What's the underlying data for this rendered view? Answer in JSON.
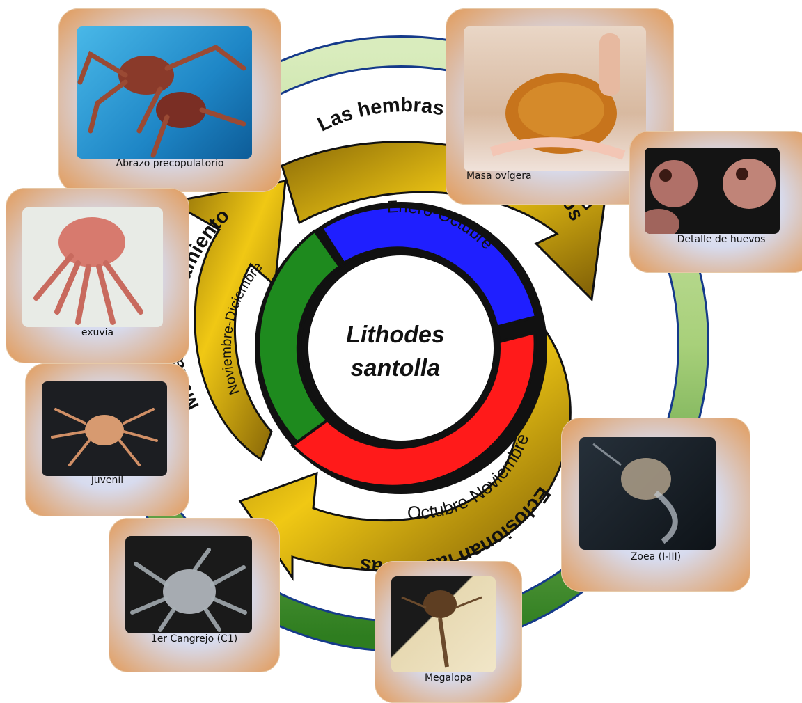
{
  "center": {
    "line1": "Lithodes",
    "line2": "santolla"
  },
  "arrows": {
    "top": "Las hembras llevan los huevos",
    "left": "Muda y apareamiento",
    "bottom": "Eclosionan las larvas"
  },
  "periods": {
    "blue": "Enero-Octubre",
    "green": "Noviembre-Diciembre",
    "red": "Octubre-Noviembre"
  },
  "photos": [
    {
      "key": "abrazo",
      "caption": "Abrazo precopulatorio"
    },
    {
      "key": "masa",
      "caption": "Masa ovígera"
    },
    {
      "key": "detalle",
      "caption": "Detalle de huevos"
    },
    {
      "key": "exuvia",
      "caption": "exuvia"
    },
    {
      "key": "juvenil",
      "caption": "juvenil"
    },
    {
      "key": "zoea",
      "caption": "Zoea (I-III)"
    },
    {
      "key": "cangrejo",
      "caption": "1er Cangrejo (C1)"
    },
    {
      "key": "megalopa",
      "caption": "Megalopa"
    }
  ],
  "colors": {
    "blue": "#1f1fff",
    "green": "#1e8a1e",
    "red": "#ff1a1a",
    "gold": "#d6ab0c",
    "outer_ring": "#9ecb6a"
  }
}
